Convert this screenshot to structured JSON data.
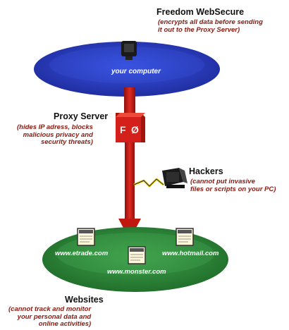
{
  "websecure": {
    "title": "Freedom WebSecure",
    "note": "(encrypts all data before sending\nit out to the Proxy Server)"
  },
  "computer": {
    "label": "your computer"
  },
  "proxy": {
    "title": "Proxy Server",
    "note": "(hides IP adress, blocks\nmalicious privacy and\nsecurity threats)",
    "badge_left": "F",
    "badge_right": "Ø"
  },
  "hackers": {
    "title": "Hackers",
    "note": "(cannot put invasive\nfiles or scripts on your PC)"
  },
  "sites": {
    "items": [
      "www.etrade.com",
      "www.hotmail.com",
      "www.monster.com"
    ]
  },
  "websites": {
    "title": "Websites",
    "note": "(cannot track and monitor\nyour personal data and\nonline activities)"
  },
  "colors": {
    "computer_disc": "#2a3fbf",
    "proxy_box": "#d4201a",
    "arrow": "#d4201a",
    "websites_disc": "#2e8a3a",
    "note_text": "#8a1a10",
    "lightning": "#f2d500"
  }
}
